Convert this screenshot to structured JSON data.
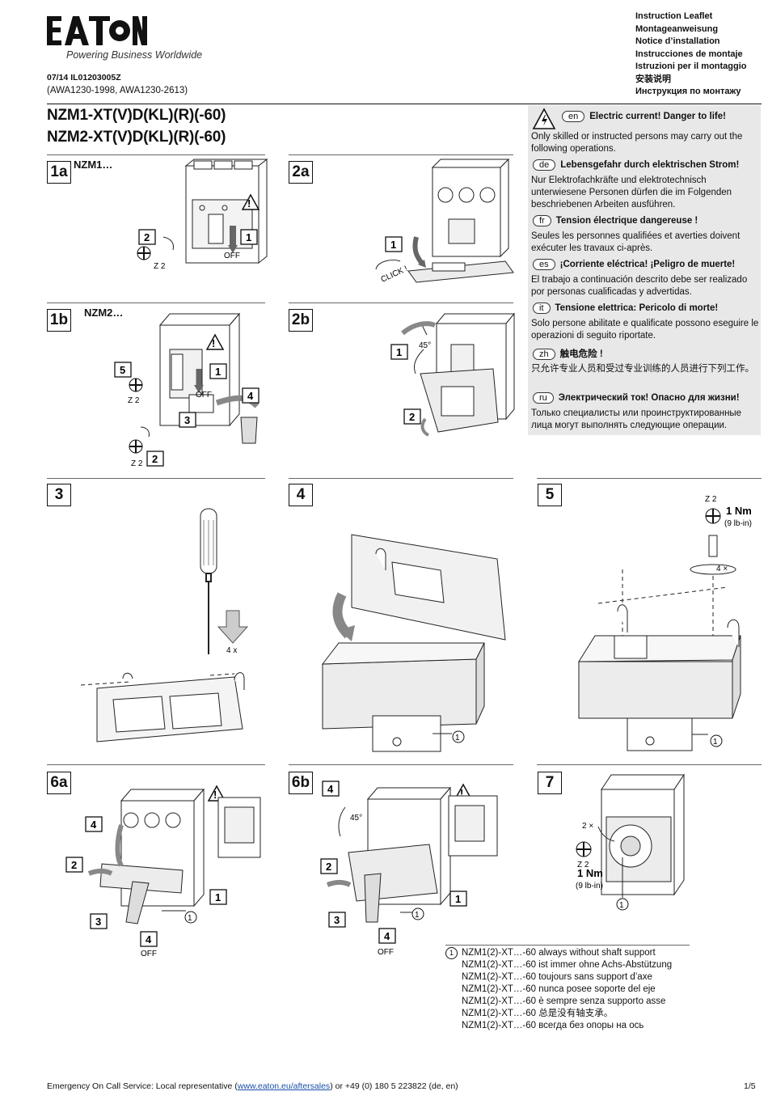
{
  "brand": {
    "logo_text": "EATON",
    "tagline": "Powering Business Worldwide"
  },
  "doc": {
    "number": "07/14 IL01203005Z",
    "awa": "(AWA1230-1998, AWA1230-2613)",
    "title_line1": "NZM1-XT(V)D(KL)(R)(-60)",
    "title_line2": "NZM2-XT(V)D(KL)(R)(-60)"
  },
  "leaflet_langs": [
    "Instruction Leaflet",
    "Montageanweisung",
    "Notice d’installation",
    "Instrucciones de montaje",
    "Istruzioni per il montaggio",
    "安装说明",
    "Инструкция по монтажу"
  ],
  "warnings": [
    {
      "code": "en",
      "title": "Electric current! Danger to life!",
      "text": "Only skilled or instructed persons may carry out the following operations."
    },
    {
      "code": "de",
      "title": "Lebensgefahr durch elektrischen Strom!",
      "text": "Nur Elektrofachkräfte und elektrotechnisch unterwiesene Personen dürfen die im Folgenden beschriebenen Arbeiten ausführen."
    },
    {
      "code": "fr",
      "title": "Tension électrique dangereuse !",
      "text": "Seules les personnes qualifiées et averties doivent exécuter les travaux ci-après."
    },
    {
      "code": "es",
      "title": "¡Corriente eléctrica! ¡Peligro de muerte!",
      "text": "El trabajo a continuación descrito debe ser realizado por personas cualificadas y advertidas."
    },
    {
      "code": "it",
      "title": "Tensione elettrica: Pericolo di morte!",
      "text": "Solo persone abilitate e qualificate possono eseguire le operazioni di seguito riportate."
    },
    {
      "code": "zh",
      "title": "触电危险 !",
      "text": "只允许专业人员和受过专业训练的人员进行下列工作。"
    },
    {
      "code": "ru",
      "title": "Электрический ток! Опасно для жизни!",
      "text": "Только специалисты или проинструктированные лица могут выполнять следующие операции."
    }
  ],
  "panels": {
    "p1a": {
      "label": "1a",
      "caption": "NZM1…"
    },
    "p1b": {
      "label": "1b",
      "caption": "NZM2…"
    },
    "p2a": {
      "label": "2a",
      "click": "CLICK !"
    },
    "p2b": {
      "label": "2b",
      "angle": "45°"
    },
    "p3": {
      "label": "3",
      "count": "4 x"
    },
    "p4": {
      "label": "4"
    },
    "p5": {
      "label": "5",
      "tool": "Z 2",
      "torque": "1 Nm",
      "torque_lb": "(9 lb-in)",
      "count": "4 ×"
    },
    "p6a": {
      "label": "6a",
      "off": "OFF"
    },
    "p6b": {
      "label": "6b",
      "angle": "45°",
      "off": "OFF"
    },
    "p7": {
      "label": "7",
      "count": "2 ×",
      "tool": "Z 2",
      "torque": "1 Nm",
      "torque_lb": "(9 lb-in)"
    }
  },
  "common": {
    "off": "OFF",
    "tool": "Z 2",
    "note_ref": "1"
  },
  "notes": [
    "NZM1(2)-XT…-60 always without shaft support",
    "NZM1(2)-XT…-60 ist immer ohne Achs-Abstützung",
    "NZM1(2)-XT…-60 toujours sans support d’axe",
    "NZM1(2)-XT…-60 nunca posee soporte del eje",
    "NZM1(2)-XT…-60 è sempre senza supporto asse",
    "NZM1(2)-XT…-60 总是没有轴支承。",
    "NZM1(2)-XT…-60 всегда без опоры на ось"
  ],
  "footer": {
    "prefix": "Emergency On Call Service: Local representative (",
    "link": "www.eaton.eu/aftersales",
    "suffix": ") or +49 (0) 180 5 223822 (de, en)",
    "page": "1/5"
  }
}
